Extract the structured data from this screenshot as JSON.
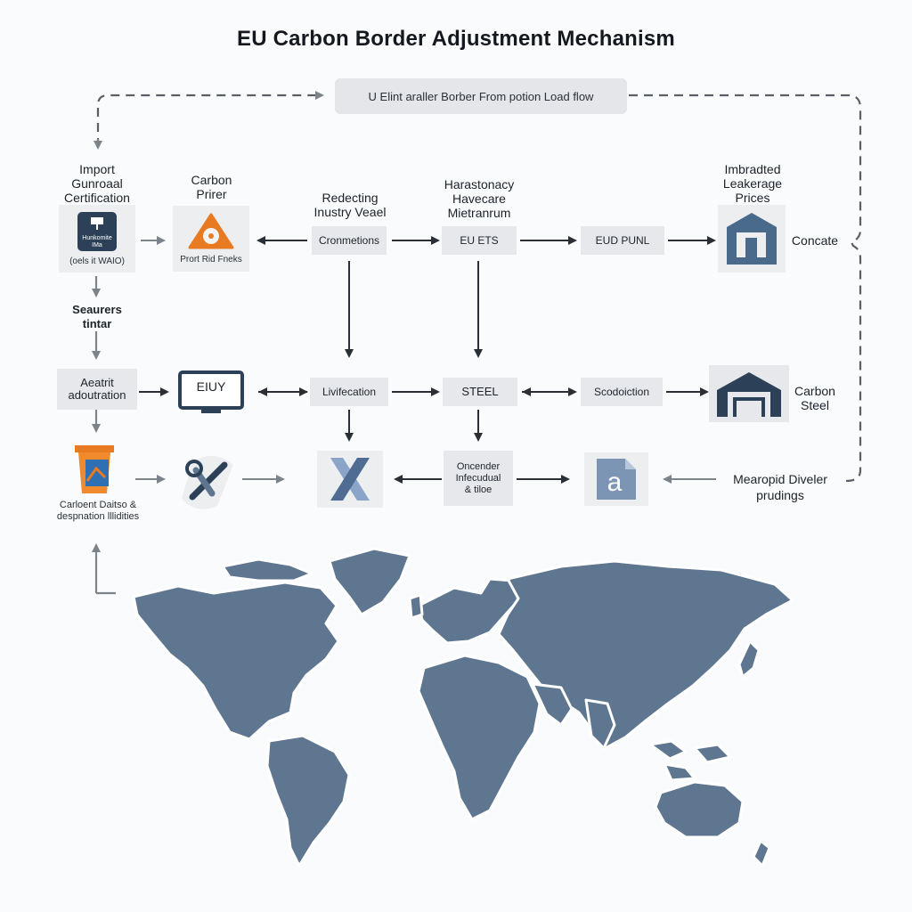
{
  "title": "EU Carbon Border Adjustment Mechanism",
  "top_flow_label": "U Elint araller Borber From potion Load flow",
  "row1": {
    "import_label": "Import\nGunroaal\nCertification",
    "import_card_text": "Hunkomite\nIMa",
    "import_card_caption": "(oels it WAIO)",
    "carbon_label": "Carbon\nPrirer",
    "carbon_card_caption": "Prort Rid Fneks",
    "reducing_label": "Redecting\nInustry Veael",
    "connections_box": "Cronmetions",
    "harmonized_label": "Harastonacy\nHavecare\nMietranrum",
    "eu_ets_box": "EU ETS",
    "eud_box": "EUD PUNL",
    "leakage_label": "Imbradted\nLeakerage\nPrices",
    "concate_label": "Concate"
  },
  "row2": {
    "seaurers_label": "Seaurers\ntintar",
    "account_box": "Aeatrit\nadoutration",
    "screen_label": "EIUY",
    "livification_box": "Livifecation",
    "steel_box": "STEEL",
    "scod_box": "Scodoiction",
    "carbon_steel_label": "Carbon\nSteel"
  },
  "row3": {
    "carbon_label": "Carloent Daitso &\ndespnation lllidities",
    "oncender_box": "Oncender\nInfecudual\n& tiloe",
    "doc_letter": "a",
    "measured_label": "Mearopid Diveler\nprudings"
  },
  "colors": {
    "accent_orange": "#e87a22",
    "navy": "#2c4158",
    "map_fill": "#5f7690",
    "map_outline": "#ffffff",
    "box_fill": "#e6e8eb",
    "arrow": "#2a2f35",
    "dash": "#5a5f66"
  },
  "icons": [
    "building-icon",
    "warning-triangle-icon",
    "house-icon",
    "monitor-icon",
    "jar-icon",
    "tools-icon",
    "x-logo-icon",
    "document-icon",
    "world-map"
  ]
}
